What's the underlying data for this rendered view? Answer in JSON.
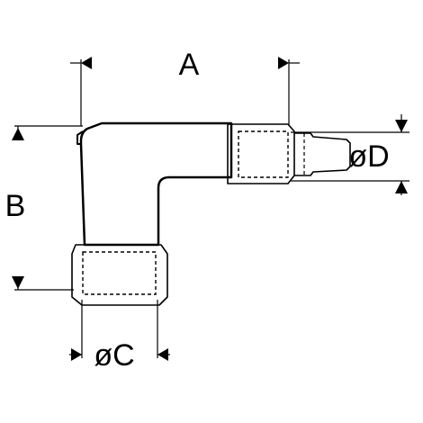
{
  "drawing": {
    "line_color": "#000000",
    "background_color": "#ffffff",
    "labels": {
      "a": "A",
      "b": "B",
      "c": "øC",
      "d": "øD"
    }
  }
}
